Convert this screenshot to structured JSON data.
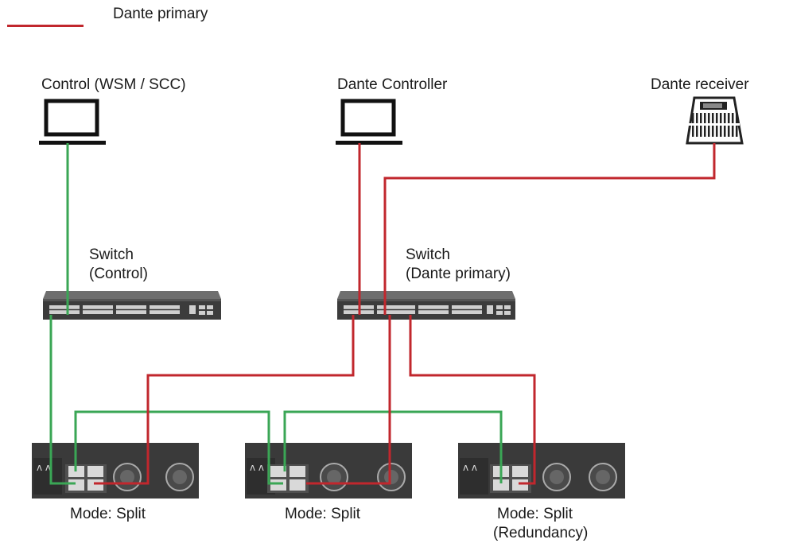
{
  "legend": {
    "dante_primary": "Dante primary"
  },
  "labels": {
    "control_pc": "Control (WSM / SCC)",
    "dante_controller": "Dante Controller",
    "dante_receiver": "Dante receiver",
    "switch_control": [
      "Switch",
      "(Control)"
    ],
    "switch_dante": [
      "Switch",
      "(Dante primary)"
    ],
    "device_1": [
      "Mode: Split"
    ],
    "device_2": [
      "Mode: Split"
    ],
    "device_3": [
      "Mode: Split",
      "(Redundancy)"
    ]
  },
  "colors": {
    "dante_primary": "#c1272d",
    "control": "#3aa655",
    "device": "#3a3a3a",
    "switch": "#4a4a4a"
  },
  "icons": [
    "laptop-icon",
    "mixing-console-icon",
    "network-switch-icon",
    "rack-device-icon"
  ]
}
